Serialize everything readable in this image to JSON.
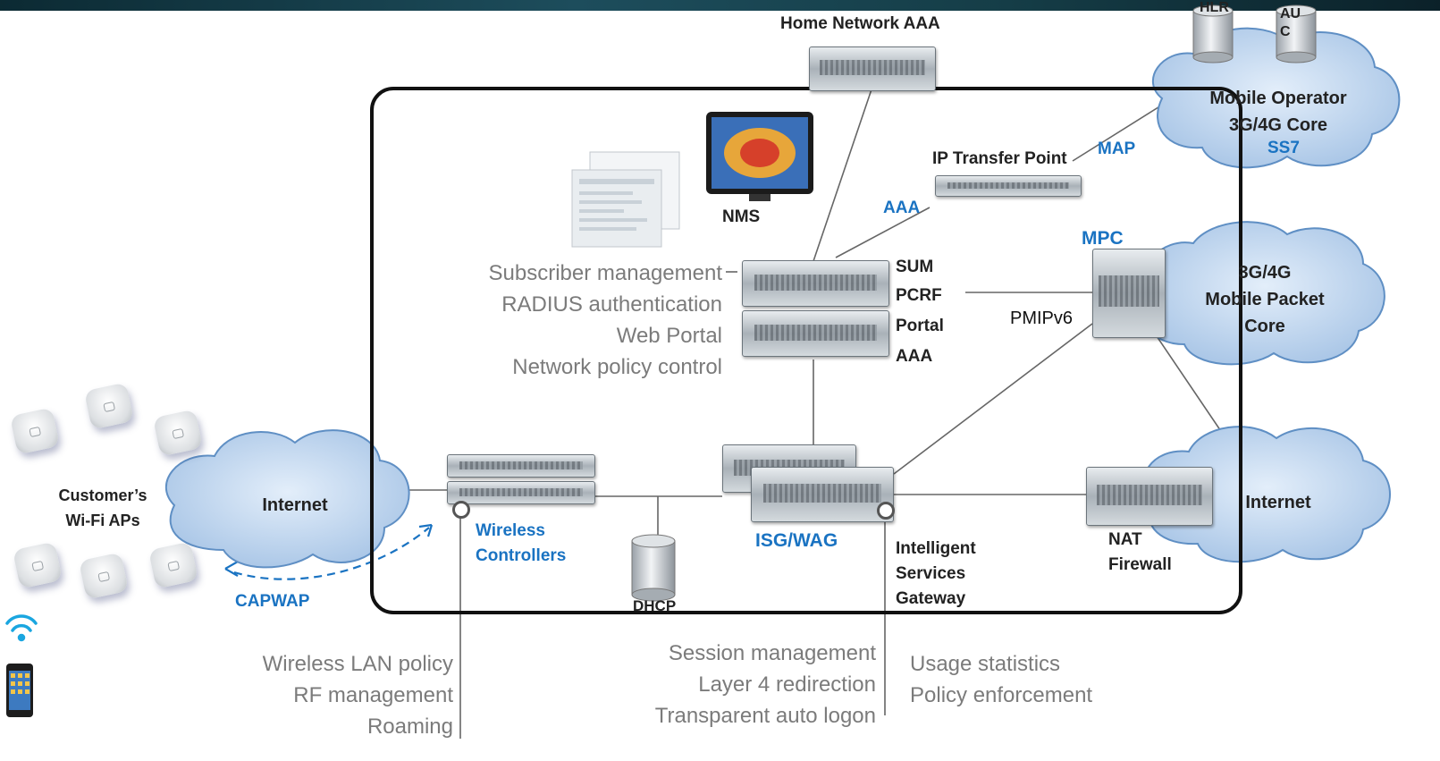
{
  "nodes": {
    "home_network_aaa": "Home Network AAA",
    "hlr": "HLR",
    "auc": "AU\nC",
    "mobile_operator": "Mobile Operator\n3G/4G Core",
    "ss7": "SS7",
    "map": "MAP",
    "ip_transfer_point": "IP Transfer Point",
    "aaa_link": "AAA",
    "nms": "NMS",
    "mpc": "MPC",
    "mobile_packet_core": "3G/4G\nMobile Packet\nCore",
    "pmipv6": "PMIPv6",
    "sum": "SUM",
    "pcrf": "PCRF",
    "portal": "Portal",
    "aaa_server": "AAA",
    "internet_left": "Internet",
    "internet_right": "Internet",
    "customer_aps": "Customer’s\nWi-Fi APs",
    "capwap": "CAPWAP",
    "wireless_controllers": "Wireless\nControllers",
    "dhcp": "DHCP",
    "isg_wag": "ISG/WAG",
    "isg_full": "Intelligent\nServices\nGateway",
    "nat_firewall": "NAT\nFirewall"
  },
  "annotations": {
    "policy_server": [
      "Subscriber management",
      "RADIUS authentication",
      "Web Portal",
      "Network policy control"
    ],
    "wlc": [
      "Wireless LAN policy",
      "RF management",
      "Roaming"
    ],
    "isg_left": [
      "Session management",
      "Layer 4 redirection",
      "Transparent auto logon"
    ],
    "isg_right": [
      "Usage statistics",
      "Policy enforcement"
    ]
  },
  "colors": {
    "accent_blue": "#1a73c2",
    "cloud_fill": "#b9d2ec",
    "cloud_edge": "#5f8fc4"
  }
}
